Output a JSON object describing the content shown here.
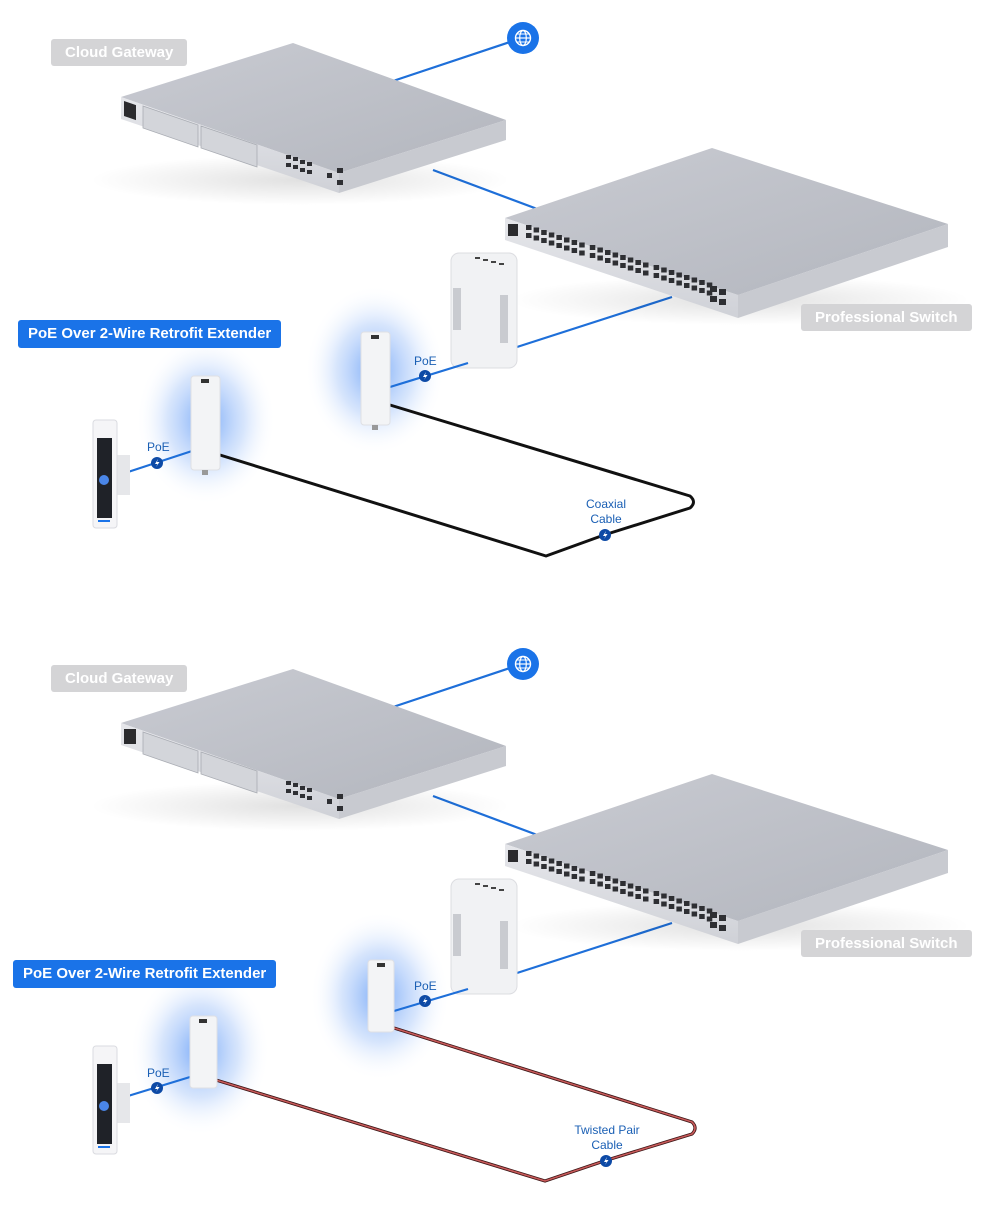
{
  "colors": {
    "accent_blue": "#1a73e8",
    "link_blue": "#1e6fd9",
    "badge_navy": "#0d4aa6",
    "label_gray": "#d4d4d6",
    "coax_black": "#111111",
    "twisted_pair_red": "#b04a4a"
  },
  "panels": [
    {
      "id": "coaxial",
      "gateway_label": "Cloud Gateway",
      "switch_label": "Professional Switch",
      "extender_label": "PoE Over 2-Wire Retrofit Extender",
      "poe_label_near": "PoE",
      "poe_label_far": "PoE",
      "cable_label_line1": "Coaxial",
      "cable_label_line2": "Cable",
      "internet_icon": "globe-icon",
      "badge_icon": "lightning-icon"
    },
    {
      "id": "twisted-pair",
      "gateway_label": "Cloud Gateway",
      "switch_label": "Professional Switch",
      "extender_label": "PoE Over 2-Wire Retrofit Extender",
      "poe_label_near": "PoE",
      "poe_label_far": "PoE",
      "cable_label_line1": "Twisted Pair",
      "cable_label_line2": "Cable",
      "internet_icon": "globe-icon",
      "badge_icon": "lightning-icon"
    }
  ]
}
